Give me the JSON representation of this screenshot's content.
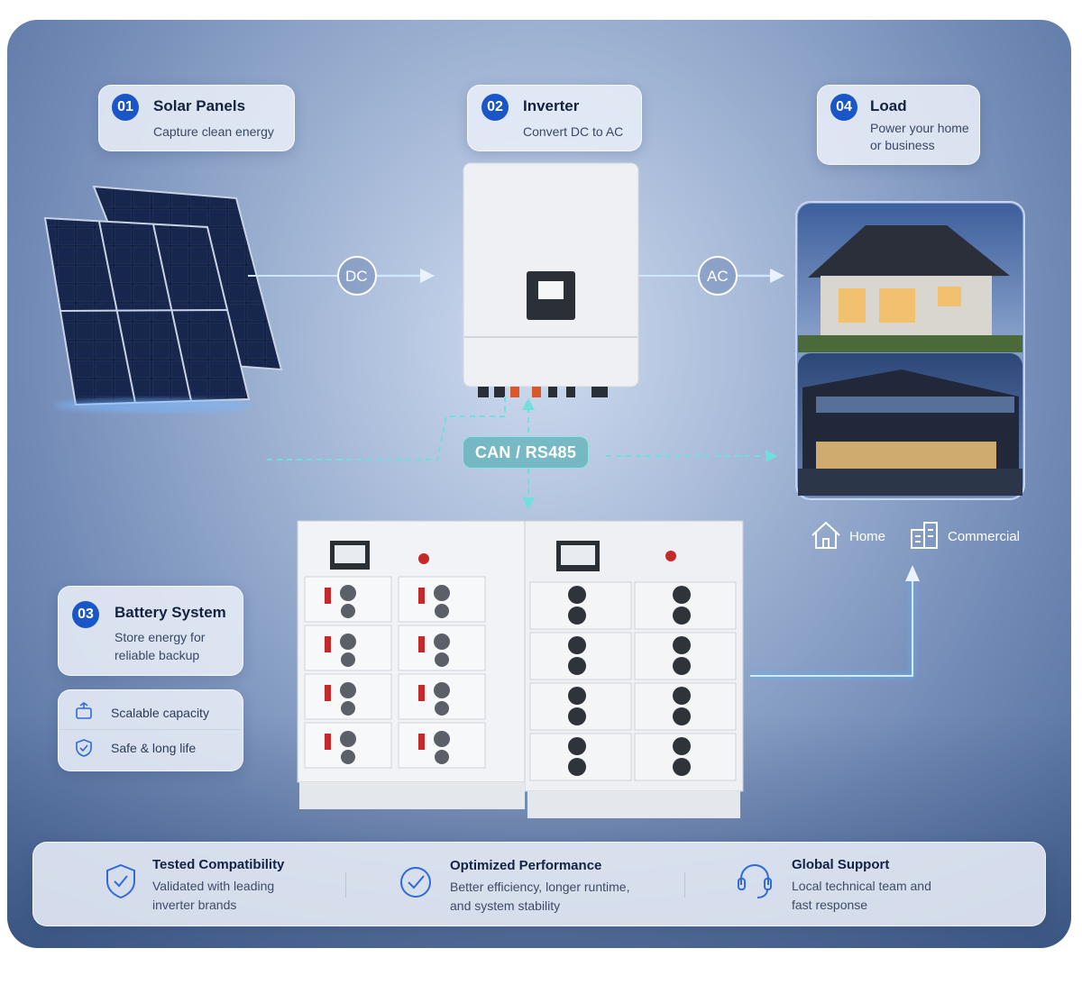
{
  "steps": [
    {
      "num": "01",
      "title": "Solar Panels",
      "sub1": "Capture clean energy",
      "sub2": ""
    },
    {
      "num": "02",
      "title": "Inverter",
      "sub1": "Convert DC to AC",
      "sub2": ""
    },
    {
      "num": "03",
      "title": "Battery System",
      "sub1": "Store energy for",
      "sub2": "reliable backup"
    },
    {
      "num": "04",
      "title": "Load",
      "sub1": "Power your home",
      "sub2": "or business"
    }
  ],
  "flow": {
    "dc": "DC",
    "ac": "AC",
    "comm": "CAN / RS485"
  },
  "battery_features": [
    {
      "icon": "battery-stack-icon",
      "label": "Scalable capacity"
    },
    {
      "icon": "shield-icon",
      "label": "Safe & long life"
    }
  ],
  "load_types": [
    {
      "icon": "home-icon",
      "label": "Home"
    },
    {
      "icon": "building-icon",
      "label": "Commercial"
    }
  ],
  "features": [
    {
      "icon": "shield-check-icon",
      "title": "Tested Compatibility",
      "line1": "Validated with leading",
      "line2": "inverter brands"
    },
    {
      "icon": "check-circle-icon",
      "title": "Optimized Performance",
      "line1": "Better efficiency, longer runtime,",
      "line2": "and system stability"
    },
    {
      "icon": "headset-icon",
      "title": "Global Support",
      "line1": "Local technical team and",
      "line2": "fast response"
    }
  ],
  "colors": {
    "accent": "#1a56c8",
    "flow": "#4aa3ff",
    "comm": "#5fd6d2"
  }
}
